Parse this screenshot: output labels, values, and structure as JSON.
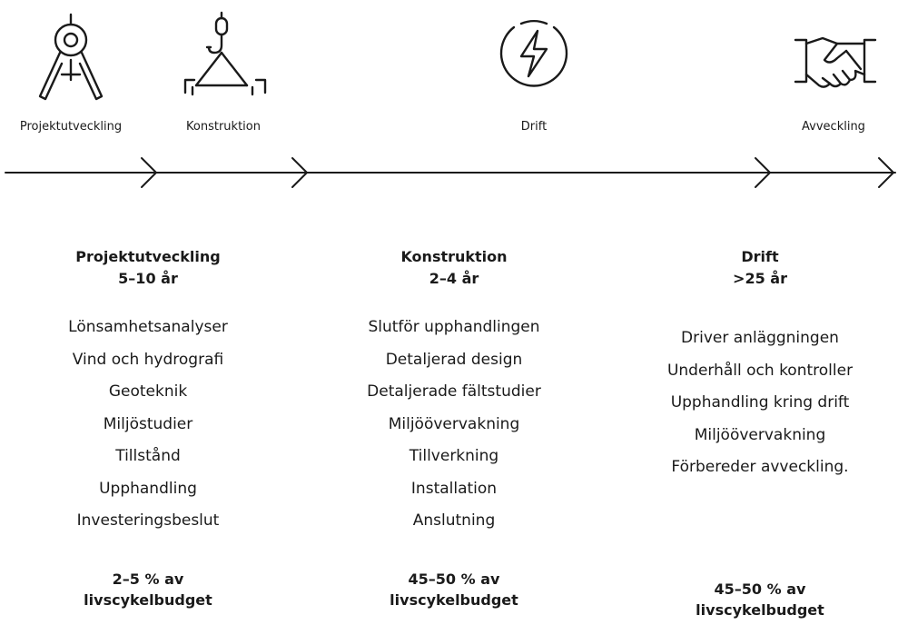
{
  "stages": [
    {
      "label": "Projektutveckling",
      "icon": "compass-icon"
    },
    {
      "label": "Konstruktion",
      "icon": "crane-hook-icon"
    },
    {
      "label": "Drift",
      "icon": "lightning-icon"
    },
    {
      "label": "Avveckling",
      "icon": "handshake-icon"
    }
  ],
  "columns": [
    {
      "title": "Projektutveckling",
      "duration": "5–10 år",
      "items": [
        "Lönsamhetsanalyser",
        "Vind och hydrografi",
        "Geoteknik",
        "Miljöstudier",
        "Tillstånd",
        "Upphandling",
        "Investeringsbeslut"
      ],
      "budget_line1": "2–5 % av",
      "budget_line2": "livscykelbudget"
    },
    {
      "title": "Konstruktion",
      "duration": "2–4 år",
      "items": [
        "Slutför upphandlingen",
        "Detaljerad design",
        "Detaljerade fältstudier",
        "Miljöövervakning",
        "Tillverkning",
        "Installation",
        "Anslutning"
      ],
      "budget_line1": "45–50 % av",
      "budget_line2": "livscykelbudget"
    },
    {
      "title": "Drift",
      "duration": ">25 år",
      "items": [
        "Driver anläggningen",
        "Underhåll och kontroller",
        "Upphandling kring drift",
        "Miljöövervakning",
        "Förbereder avveckling."
      ],
      "budget_line1": "45–50 % av",
      "budget_line2": "livscykelbudget"
    }
  ]
}
